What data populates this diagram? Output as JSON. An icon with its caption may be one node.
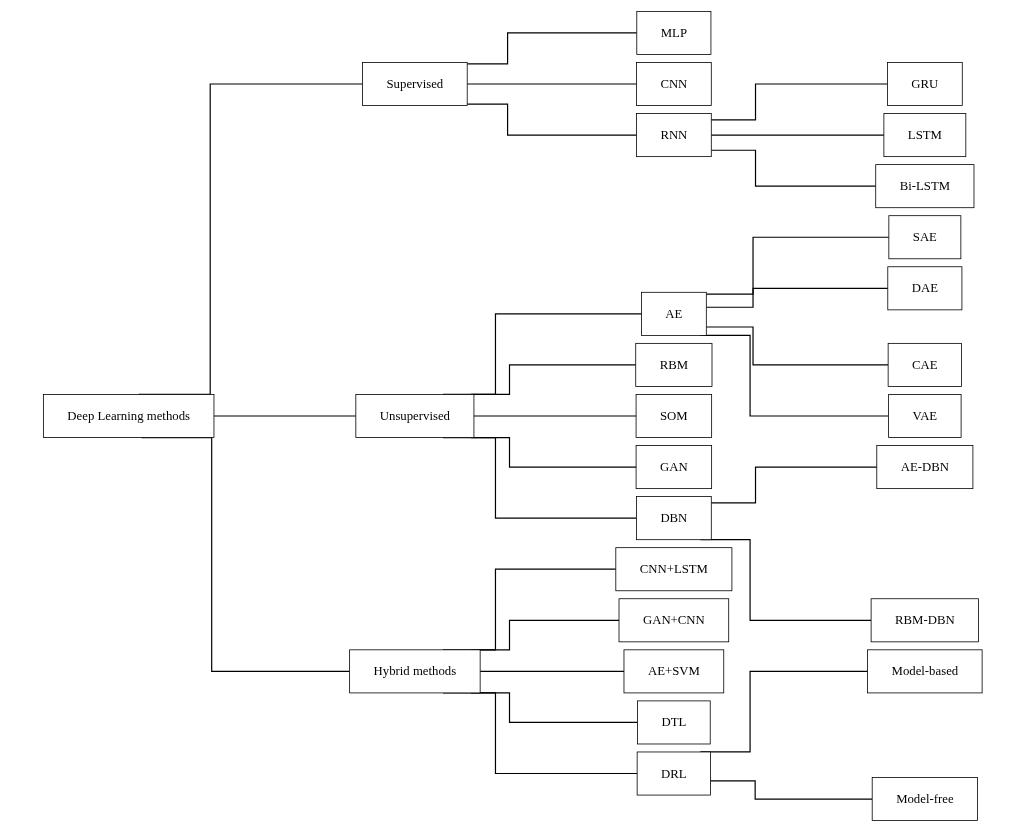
{
  "diagram": {
    "nodes": [
      {
        "text": [
          "Deep Learning methods"
        ]
      },
      {
        "text": [
          "Supervised"
        ]
      },
      {
        "text": [
          "MLP"
        ]
      },
      {
        "text": [
          "CNN"
        ]
      },
      {
        "text": [
          "RNN"
        ]
      },
      {
        "text": [
          "GRU"
        ]
      },
      {
        "text": [
          "LSTM"
        ]
      },
      {
        "text": [
          "Bi-LSTM"
        ]
      },
      {
        "text": [
          "Unsupervised"
        ]
      },
      {
        "text": [
          "AE"
        ]
      },
      {
        "text": [
          "SAE"
        ]
      },
      {
        "text": [
          "DAE"
        ]
      },
      {
        "text": [
          "CAE"
        ]
      },
      {
        "text": [
          "VAE"
        ]
      },
      {
        "text": [
          "RBM"
        ]
      },
      {
        "text": [
          "SOM"
        ]
      },
      {
        "text": [
          "GAN"
        ]
      },
      {
        "text": [
          "DBN"
        ]
      },
      {
        "text": [
          "AE-DBN"
        ]
      },
      {
        "text": [
          "RBM-DBN"
        ]
      },
      {
        "text": [
          "Hybrid methods"
        ]
      },
      {
        "text": [
          "CNN+LSTM"
        ]
      },
      {
        "text": [
          "GAN+CNN"
        ]
      },
      {
        "text": [
          "AE+SVM"
        ]
      },
      {
        "text": [
          "DTL"
        ]
      },
      {
        "text": [
          "DRL"
        ]
      },
      {
        "text": [
          "Model-based"
        ]
      },
      {
        "text": [
          "Model-free"
        ]
      }
    ],
    "edges": [
      {
        "from": 0,
        "to": 1,
        "arrow": "none"
      },
      {
        "from": 1,
        "to": 2,
        "arrow": "none"
      },
      {
        "from": 1,
        "to": 3,
        "arrow": "none"
      },
      {
        "from": 1,
        "to": 4,
        "arrow": "none"
      },
      {
        "from": 4,
        "to": 5,
        "arrow": "none"
      },
      {
        "from": 4,
        "to": 6,
        "arrow": "none"
      },
      {
        "from": 4,
        "to": 7,
        "arrow": "none"
      },
      {
        "from": 0,
        "to": 8,
        "arrow": "none"
      },
      {
        "from": 8,
        "to": 9,
        "arrow": "none"
      },
      {
        "from": 9,
        "to": 10,
        "arrow": "none"
      },
      {
        "from": 9,
        "to": 11,
        "arrow": "none"
      },
      {
        "from": 9,
        "to": 12,
        "arrow": "none"
      },
      {
        "from": 9,
        "to": 13,
        "arrow": "none"
      },
      {
        "from": 8,
        "to": 14,
        "arrow": "none"
      },
      {
        "from": 8,
        "to": 15,
        "arrow": "none"
      },
      {
        "from": 8,
        "to": 16,
        "arrow": "none"
      },
      {
        "from": 8,
        "to": 17,
        "arrow": "none"
      },
      {
        "from": 17,
        "to": 18,
        "arrow": "none"
      },
      {
        "from": 17,
        "to": 19,
        "arrow": "none"
      },
      {
        "from": 0,
        "to": 20,
        "arrow": "none"
      },
      {
        "from": 20,
        "to": 21,
        "arrow": "none"
      },
      {
        "from": 20,
        "to": 22,
        "arrow": "none"
      },
      {
        "from": 20,
        "to": 23,
        "arrow": "none"
      },
      {
        "from": 20,
        "to": 24,
        "arrow": "none"
      },
      {
        "from": 20,
        "to": 25,
        "arrow": "none"
      },
      {
        "from": 25,
        "to": 26,
        "arrow": "none"
      },
      {
        "from": 25,
        "to": 27,
        "arrow": "none"
      }
    ]
  }
}
